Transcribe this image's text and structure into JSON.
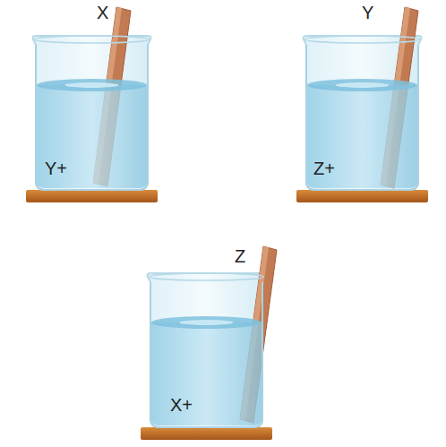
{
  "diagram": {
    "labels": [
      "X",
      "Y+",
      "Y",
      "Z+",
      "Z",
      "X+"
    ]
  }
}
